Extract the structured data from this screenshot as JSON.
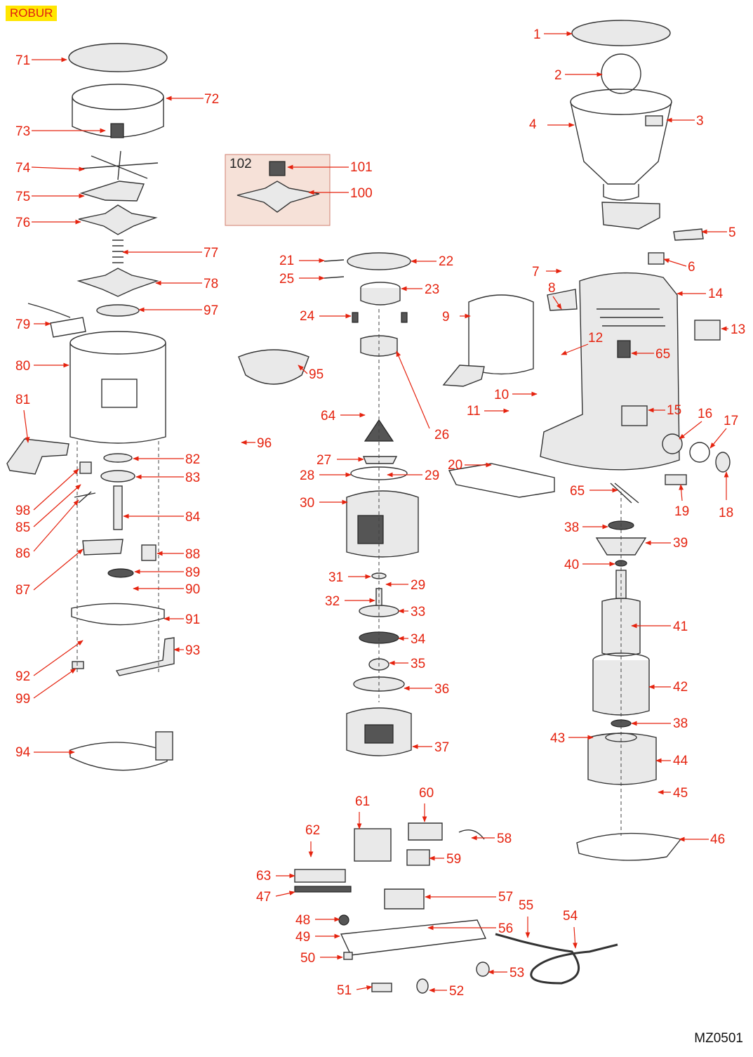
{
  "header": {
    "brand": "ROBUR"
  },
  "footer": {
    "code": "MZ0501"
  },
  "inset_box": {
    "label": "102",
    "color": "#f6e1d8"
  },
  "colors": {
    "label": "#e5230f",
    "badge_bg": "#ffe600"
  },
  "labels": {
    "l1": "1",
    "l2": "2",
    "l3": "3",
    "l4": "4",
    "l5": "5",
    "l6": "6",
    "l7": "7",
    "l8": "8",
    "l9": "9",
    "l10": "10",
    "l11": "11",
    "l12": "12",
    "l13": "13",
    "l14": "14",
    "l15": "15",
    "l16": "16",
    "l17": "17",
    "l18": "18",
    "l19": "19",
    "l20": "20",
    "l21": "21",
    "l22": "22",
    "l23": "23",
    "l24": "24",
    "l25": "25",
    "l26": "26",
    "l27": "27",
    "l28": "28",
    "l29a": "29",
    "l29b": "29",
    "l30": "30",
    "l31": "31",
    "l32": "32",
    "l33": "33",
    "l34": "34",
    "l35": "35",
    "l36": "36",
    "l37": "37",
    "l38a": "38",
    "l38b": "38",
    "l39": "39",
    "l40": "40",
    "l41": "41",
    "l42": "42",
    "l43": "43",
    "l44": "44",
    "l45": "45",
    "l46": "46",
    "l47": "47",
    "l48": "48",
    "l49": "49",
    "l50": "50",
    "l51": "51",
    "l52": "52",
    "l53": "53",
    "l54": "54",
    "l55": "55",
    "l56": "56",
    "l57": "57",
    "l58": "58",
    "l59": "59",
    "l60": "60",
    "l61": "61",
    "l62": "62",
    "l63": "63",
    "l64": "64",
    "l65a": "65",
    "l65b": "65",
    "l71": "71",
    "l72": "72",
    "l73": "73",
    "l74": "74",
    "l75": "75",
    "l76": "76",
    "l77": "77",
    "l78": "78",
    "l79": "79",
    "l80": "80",
    "l81": "81",
    "l82": "82",
    "l83": "83",
    "l84": "84",
    "l85": "85",
    "l86": "86",
    "l87": "87",
    "l88": "88",
    "l89": "89",
    "l90": "90",
    "l91": "91",
    "l92": "92",
    "l93": "93",
    "l94": "94",
    "l95": "95",
    "l96": "96",
    "l97": "97",
    "l98": "98",
    "l99": "99",
    "l100": "100",
    "l101": "101"
  }
}
